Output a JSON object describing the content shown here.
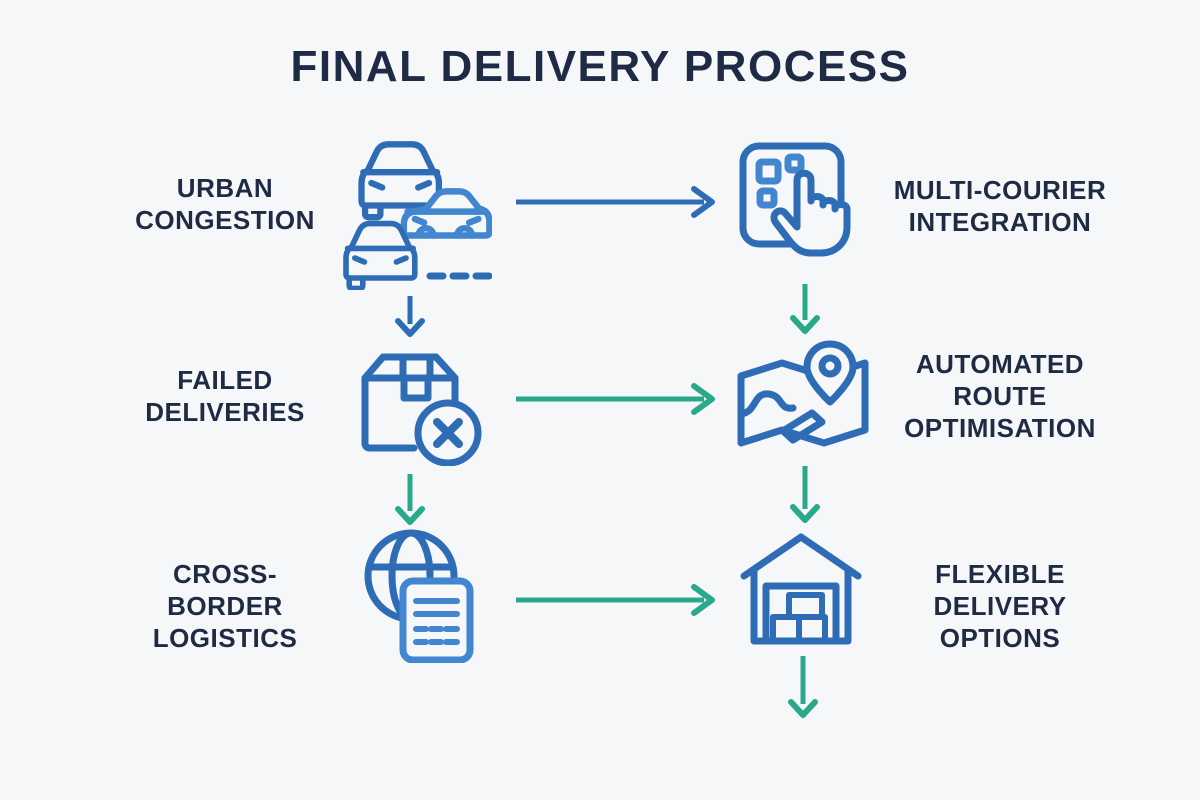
{
  "title": "FINAL DELIVERY PROCESS",
  "colors": {
    "background": "#f6f7f8",
    "heading_text": "#1f2a44",
    "icon_blue": "#2e6db6",
    "icon_blue_light": "#4186ce",
    "arrow_blue": "#2e6db6",
    "arrow_green": "#29a98c"
  },
  "rows": [
    {
      "left": {
        "label_lines": [
          "URBAN",
          "CONGESTION"
        ],
        "icon": "traffic-congestion-icon"
      },
      "right": {
        "label_lines": [
          "MULTI-COURIER",
          "INTEGRATION"
        ],
        "icon": "courier-app-tap-icon"
      }
    },
    {
      "left": {
        "label_lines": [
          "FAILED",
          "DELIVERIES"
        ],
        "icon": "failed-package-icon"
      },
      "right": {
        "label_lines": [
          "AUTOMATED",
          "ROUTE",
          "OPTIMISATION"
        ],
        "icon": "route-map-pin-icon"
      }
    },
    {
      "left": {
        "label_lines": [
          "CROSS-",
          "BORDER",
          "LOGISTICS"
        ],
        "icon": "globe-customs-document-icon"
      },
      "right": {
        "label_lines": [
          "FLEXIBLE",
          "DELIVERY",
          "OPTIONS"
        ],
        "icon": "warehouse-boxes-icon"
      }
    }
  ],
  "arrows": [
    {
      "from": "urban-congestion",
      "to": "multi-courier-integration",
      "direction": "right",
      "color": "blue"
    },
    {
      "from": "urban-congestion",
      "to": "failed-deliveries",
      "direction": "down",
      "color": "blue"
    },
    {
      "from": "multi-courier-integration",
      "to": "automated-route-optimisation",
      "direction": "down",
      "color": "green"
    },
    {
      "from": "failed-deliveries",
      "to": "automated-route-optimisation",
      "direction": "right",
      "color": "green"
    },
    {
      "from": "failed-deliveries",
      "to": "cross-border-logistics",
      "direction": "down",
      "color": "green"
    },
    {
      "from": "automated-route-optimisation",
      "to": "flexible-delivery-options",
      "direction": "down",
      "color": "green"
    },
    {
      "from": "cross-border-logistics",
      "to": "flexible-delivery-options",
      "direction": "right",
      "color": "green"
    },
    {
      "from": "flexible-delivery-options",
      "to": "process-output",
      "direction": "down",
      "color": "green"
    }
  ]
}
